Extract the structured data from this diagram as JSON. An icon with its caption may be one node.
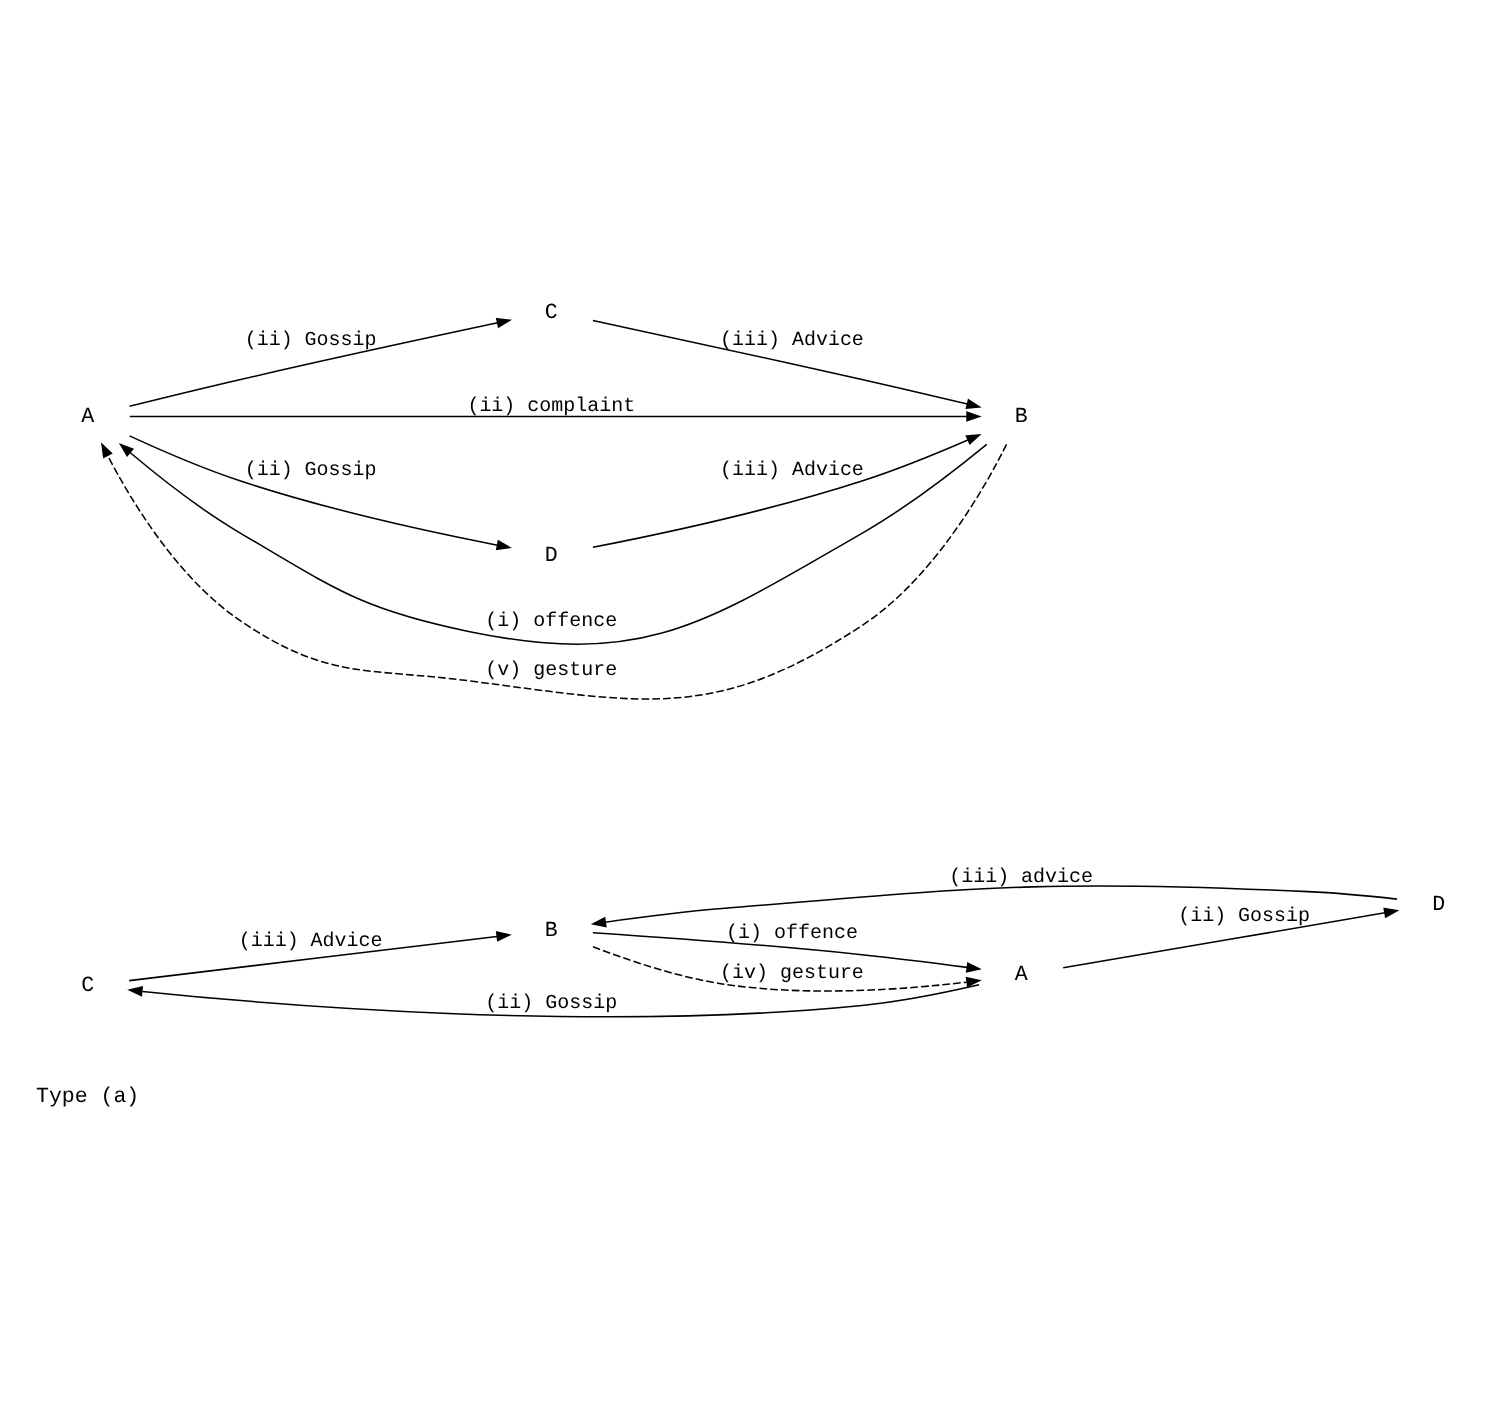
{
  "diagram": {
    "nodes": [
      {
        "text": [
          "C"
        ]
      },
      {
        "text": [
          "A"
        ]
      },
      {
        "text": [
          "B"
        ]
      },
      {
        "text": [
          "D"
        ]
      },
      {
        "text": [
          "C"
        ]
      },
      {
        "text": [
          "A"
        ]
      },
      {
        "text": [
          "B"
        ]
      },
      {
        "text": [
          "D"
        ]
      }
    ],
    "edges": [
      {
        "from": 1,
        "to": 0,
        "arrow": "to",
        "label": "(ii) Gossip"
      },
      {
        "from": 0,
        "to": 2,
        "arrow": "to",
        "label": "(iii) Advice"
      },
      {
        "from": 2,
        "to": 1,
        "arrow": "to",
        "label": "(i) offence"
      },
      {
        "from": 1,
        "to": 3,
        "arrow": "to",
        "label": "(ii) Gossip"
      },
      {
        "from": 3,
        "to": 2,
        "arrow": "to",
        "label": "(iii) advice"
      },
      {
        "from": 2,
        "to": 1,
        "arrow": "to",
        "label": "(iv) gesture",
        "style": "dashed"
      },
      {
        "from": 5,
        "to": 4,
        "arrow": "to",
        "label": "(ii) Gossip"
      },
      {
        "from": 4,
        "to": 6,
        "arrow": "to",
        "label": "(iii) Advice"
      },
      {
        "from": 6,
        "to": 5,
        "arrow": "to",
        "label": "(i) offence"
      },
      {
        "from": 5,
        "to": 6,
        "arrow": "to",
        "label": "(ii) complaint"
      },
      {
        "from": 5,
        "to": 7,
        "arrow": "to",
        "label": "(ii) Gossip"
      },
      {
        "from": 7,
        "to": 6,
        "arrow": "to",
        "label": "(iii) Advice"
      },
      {
        "from": 6,
        "to": 5,
        "arrow": "to",
        "label": "(v) gesture",
        "style": "dashed"
      }
    ],
    "labels": [
      "Type (a)"
    ]
  }
}
